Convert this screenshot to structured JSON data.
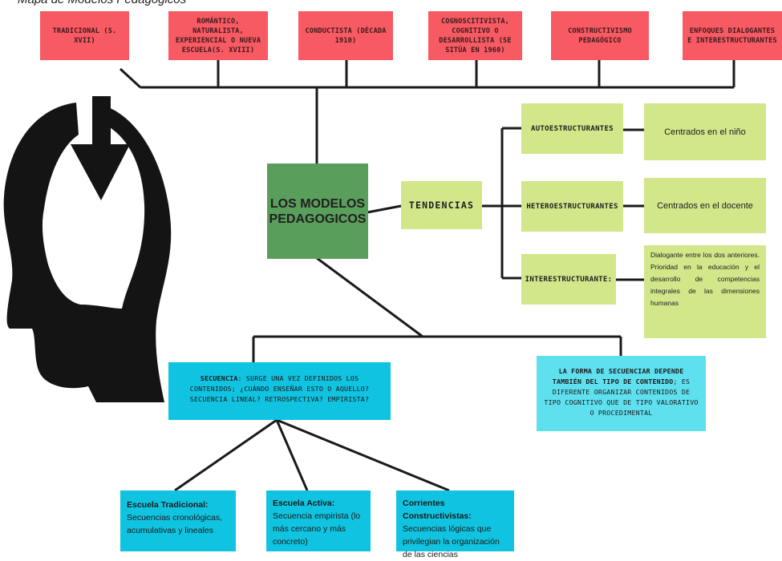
{
  "title": "Mapa de Modelos Pedagógicos",
  "modelos": [
    "TRADICIONAL (S. XVII)",
    "ROMÁNTICO, NATURALISTA, EXPERIENCIAL O NUEVA ESCUELA(S. XVIII)",
    "CONDUCTISTA (DÉCADA 1910)",
    "COGNOSCITIVISTA, COGNITIVO O DESARROLLISTA (SE SITÚA EN 1960)",
    "CONSTRUCTIVISMO PEDAGÓGICO",
    "ENFOQUES DIALOGANTES E INTERESTRUCTURANTES"
  ],
  "center": "LOS MODELOS PEDAGOGICOS",
  "tendencias": "TENDENCIAS",
  "tipos": [
    {
      "label": "AUTOESTRUCTURANTES",
      "desc": "Centrados en el niño"
    },
    {
      "label": "HETEROESTRUCTURANTES",
      "desc": "Centrados en el docente"
    },
    {
      "label": "INTERESTRUCTURANTE:",
      "desc": "Dialogante entre los dos anteriores. Prioridad en la educación y el desarrollo de competencias integrales de las dimensiones humanas"
    }
  ],
  "secuencia": {
    "label": "SECUENCIA",
    "text": ": SURGE UNA VEZ DEFINIDOS LOS CONTENIDOS; ¿CUÁNDO ENSEÑAR ESTO O AQUELLO? SECUENCIA LINEAL? RETROSPECTIVA? EMPIRISTA?"
  },
  "forma": {
    "label": "LA FORMA DE SECUENCIAR DEPENDE TAMBIÉN DEL TIPO DE CONTENIDO",
    "text": "; ES DIFERENTE ORGANIZAR CONTENIDOS DE TIPO COGNITIVO QUE DE TIPO VALORATIVO O PROCEDIMENTAL"
  },
  "escuelas": [
    {
      "name": "Escuela Tradicional:",
      "desc": "Secuencias cronológicas, acumulativas y lineales"
    },
    {
      "name": "Escuela Activa:",
      "desc": "Secuencia empirista (lo más cercano y más concreto)"
    },
    {
      "name": "Corrientes Constructivistas:",
      "desc": "Secuencias lógicas que privilegian la organización de las ciencias"
    }
  ],
  "colors": {
    "red": "#f75a63",
    "lime": "#d2e68a",
    "green": "#5a9e5b",
    "cyan": "#10c3e0",
    "cyan_light": "#5fe0ee"
  },
  "icons": [
    "head-silhouette-icon",
    "download-arrow-icon"
  ]
}
